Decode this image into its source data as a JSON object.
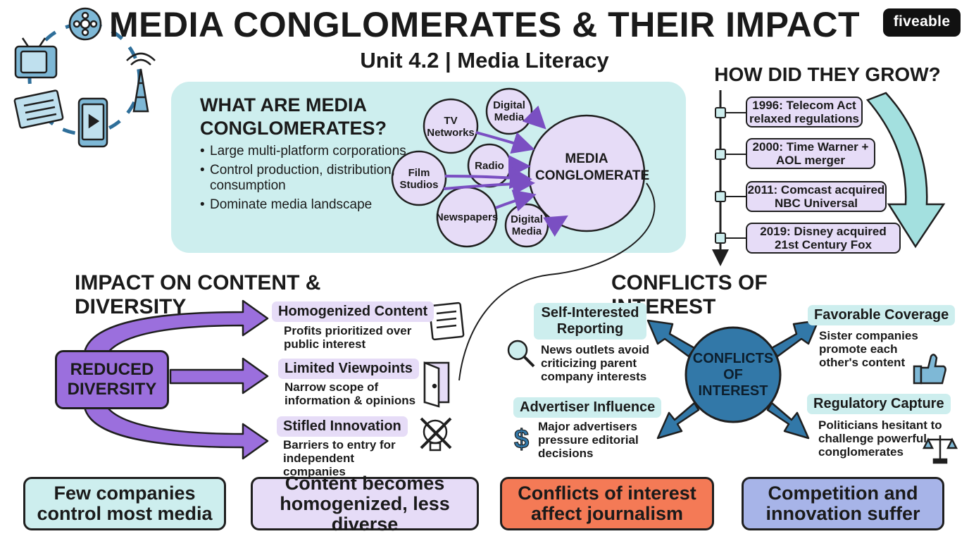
{
  "header": {
    "title": "MEDIA CONGLOMERATES & THEIR IMPACT",
    "subtitle": "Unit 4.2 | Media Literacy",
    "logo_text": "fiveable"
  },
  "what_are": {
    "title": "WHAT ARE MEDIA CONGLOMERATES?",
    "bullets": [
      "Large multi-platform corporations",
      "Control production, distribution, consumption",
      "Dominate media landscape"
    ]
  },
  "diagram": {
    "center": "MEDIA CONGLOMERATE",
    "sources": [
      "TV Networks",
      "Digital Media",
      "Radio",
      "Film Studios",
      "Newspapers",
      "Digital Media"
    ]
  },
  "growth": {
    "title": "HOW DID THEY GROW?",
    "events": [
      "1996: Telecom Act relaxed regulations",
      "2000: Time Warner + AOL merger",
      "2011: Comcast acquired NBC Universal",
      "2019: Disney acquired 21st Century Fox"
    ]
  },
  "impact": {
    "title": "IMPACT ON CONTENT & DIVERSITY",
    "center": "REDUCED DIVERSITY",
    "items": [
      {
        "label": "Homogenized Content",
        "desc": "Profits prioritized over public interest",
        "icon": "newspaper-icon"
      },
      {
        "label": "Limited Viewpoints",
        "desc": "Narrow scope of information & opinions",
        "icon": "door-icon"
      },
      {
        "label": "Stifled Innovation",
        "desc": "Barriers to entry for independent companies",
        "icon": "crossed-lightbulb-icon"
      }
    ]
  },
  "conflicts": {
    "title": "CONFLICTS OF INTEREST",
    "center": "CONFLICTS OF INTEREST",
    "items": [
      {
        "label": "Self-Interested Reporting",
        "desc": "News outlets avoid criticizing parent company interests",
        "icon": "magnifier-icon"
      },
      {
        "label": "Advertiser Influence",
        "desc": "Major advertisers pressure editorial decisions",
        "icon": "dollar-icon"
      },
      {
        "label": "Favorable Coverage",
        "desc": "Sister companies promote each other's content",
        "icon": "thumbs-up-icon"
      },
      {
        "label": "Regulatory Capture",
        "desc": "Politicians hesitant to challenge powerful conglomerates",
        "icon": "scales-icon"
      }
    ]
  },
  "summary": [
    "Few companies control most media",
    "Content becomes homogenized, less diverse",
    "Conflicts of interest affect journalism",
    "Competition and innovation suffer"
  ],
  "colors": {
    "teal_panel": "#cdeeee",
    "purple": "#9b6fdd",
    "lavender": "#e6dcf7",
    "blue": "#3278a8",
    "orange": "#f47a56",
    "periwinkle": "#a7b4e8"
  }
}
